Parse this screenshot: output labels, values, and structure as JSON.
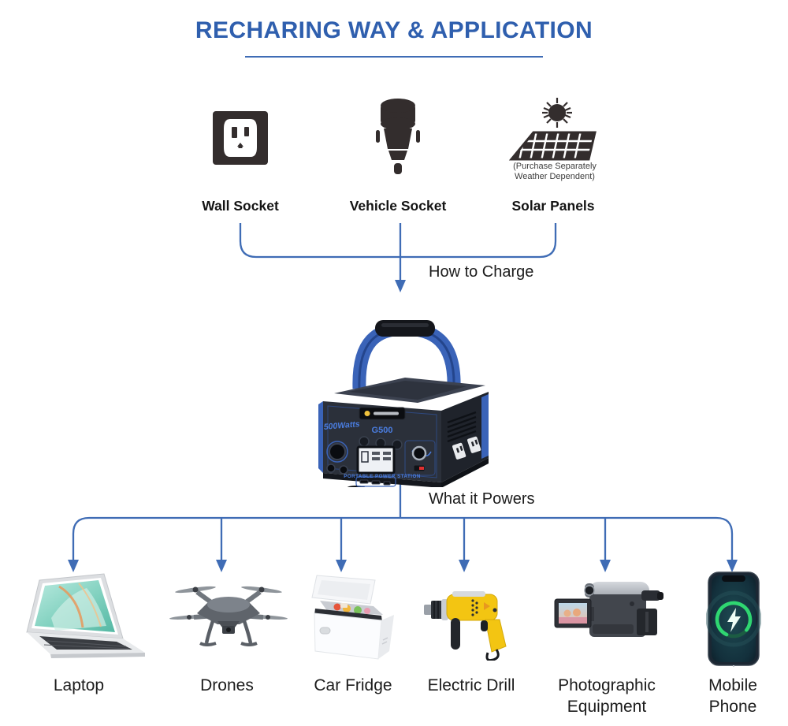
{
  "title": {
    "text": "RECHARING WAY & APPLICATION"
  },
  "charge_section": {
    "heading": "How to Charge",
    "sources": [
      {
        "label": "Wall Socket",
        "icon": "wall-socket-icon"
      },
      {
        "label": "Vehicle Socket",
        "icon": "vehicle-socket-icon"
      },
      {
        "label": "Solar Panels",
        "icon": "solar-panels-icon",
        "note_line1": "(Purchase Separately",
        "note_line2": "Weather Dependent)"
      }
    ]
  },
  "product": {
    "wattage_label": "500Watts",
    "model_label": "G500",
    "tagline": "PORTABLE POWER STATION"
  },
  "powers_section": {
    "heading": "What it Powers",
    "devices": [
      {
        "label": "Laptop",
        "icon": "laptop-image"
      },
      {
        "label": "Drones",
        "icon": "drone-image"
      },
      {
        "label": "Car Fridge",
        "icon": "car-fridge-image"
      },
      {
        "label": "Electric Drill",
        "icon": "electric-drill-image"
      },
      {
        "label": "Photographic Equipment",
        "icon": "camcorder-image"
      },
      {
        "label": "Mobile Phone",
        "icon": "mobile-phone-image"
      }
    ]
  },
  "colors": {
    "title_blue": "#2F5FAE",
    "connector_blue": "#3F6CB5",
    "icon_dark": "#332D2D",
    "product_accent_blue": "#3A63B8",
    "charge_ring_green": "#2FD671"
  }
}
